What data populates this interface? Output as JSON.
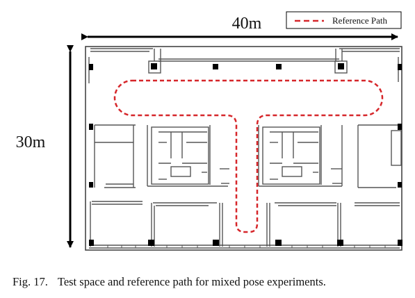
{
  "figure": {
    "width_label": "40m",
    "height_label": "30m",
    "legend": {
      "label": "Reference Path",
      "line_color": "#d6262a"
    },
    "colors": {
      "path": "#d6262a",
      "walls": "#555555",
      "pillars": "#000000",
      "arrows": "#000000"
    }
  },
  "caption": {
    "fig_number": "Fig. 17.",
    "text": "Test space and reference path for mixed pose experiments."
  }
}
